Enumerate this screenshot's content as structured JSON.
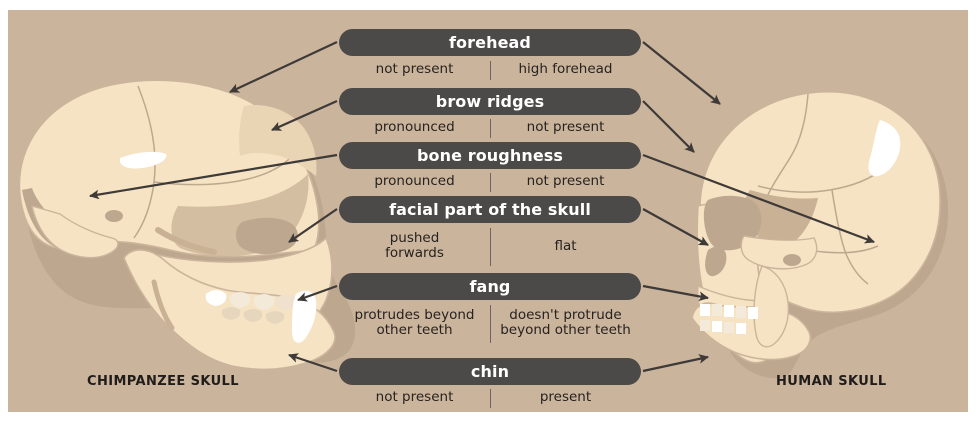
{
  "diagram": {
    "background_color": "#cbb49c",
    "pill_color": "#4c4a48",
    "bone_color": "#f6e3c3",
    "bone_shadow_color": "#bda88f",
    "arrow_color": "#3d3a38",
    "left_caption": "CHIMPANZEE SKULL",
    "right_caption": "HUMAN SKULL",
    "left_subject": "chimpanzee-skull",
    "right_subject": "human-skull"
  },
  "features": [
    {
      "id": "forehead",
      "label": "forehead",
      "left_value": "not present",
      "right_value": "high forehead"
    },
    {
      "id": "brow-ridges",
      "label": "brow ridges",
      "left_value": "pronounced",
      "right_value": "not present"
    },
    {
      "id": "bone-roughness",
      "label": "bone roughness",
      "left_value": "pronounced",
      "right_value": "not present"
    },
    {
      "id": "facial-part-of-the-skull",
      "label": "facial part of the skull",
      "left_value": "pushed forwards",
      "right_value": "flat"
    },
    {
      "id": "fang",
      "label": "fang",
      "left_value": "protrudes beyond other teeth",
      "right_value": "doesn't protrude beyond other teeth"
    },
    {
      "id": "chin",
      "label": "chin",
      "left_value": "not present",
      "right_value": "present"
    }
  ]
}
